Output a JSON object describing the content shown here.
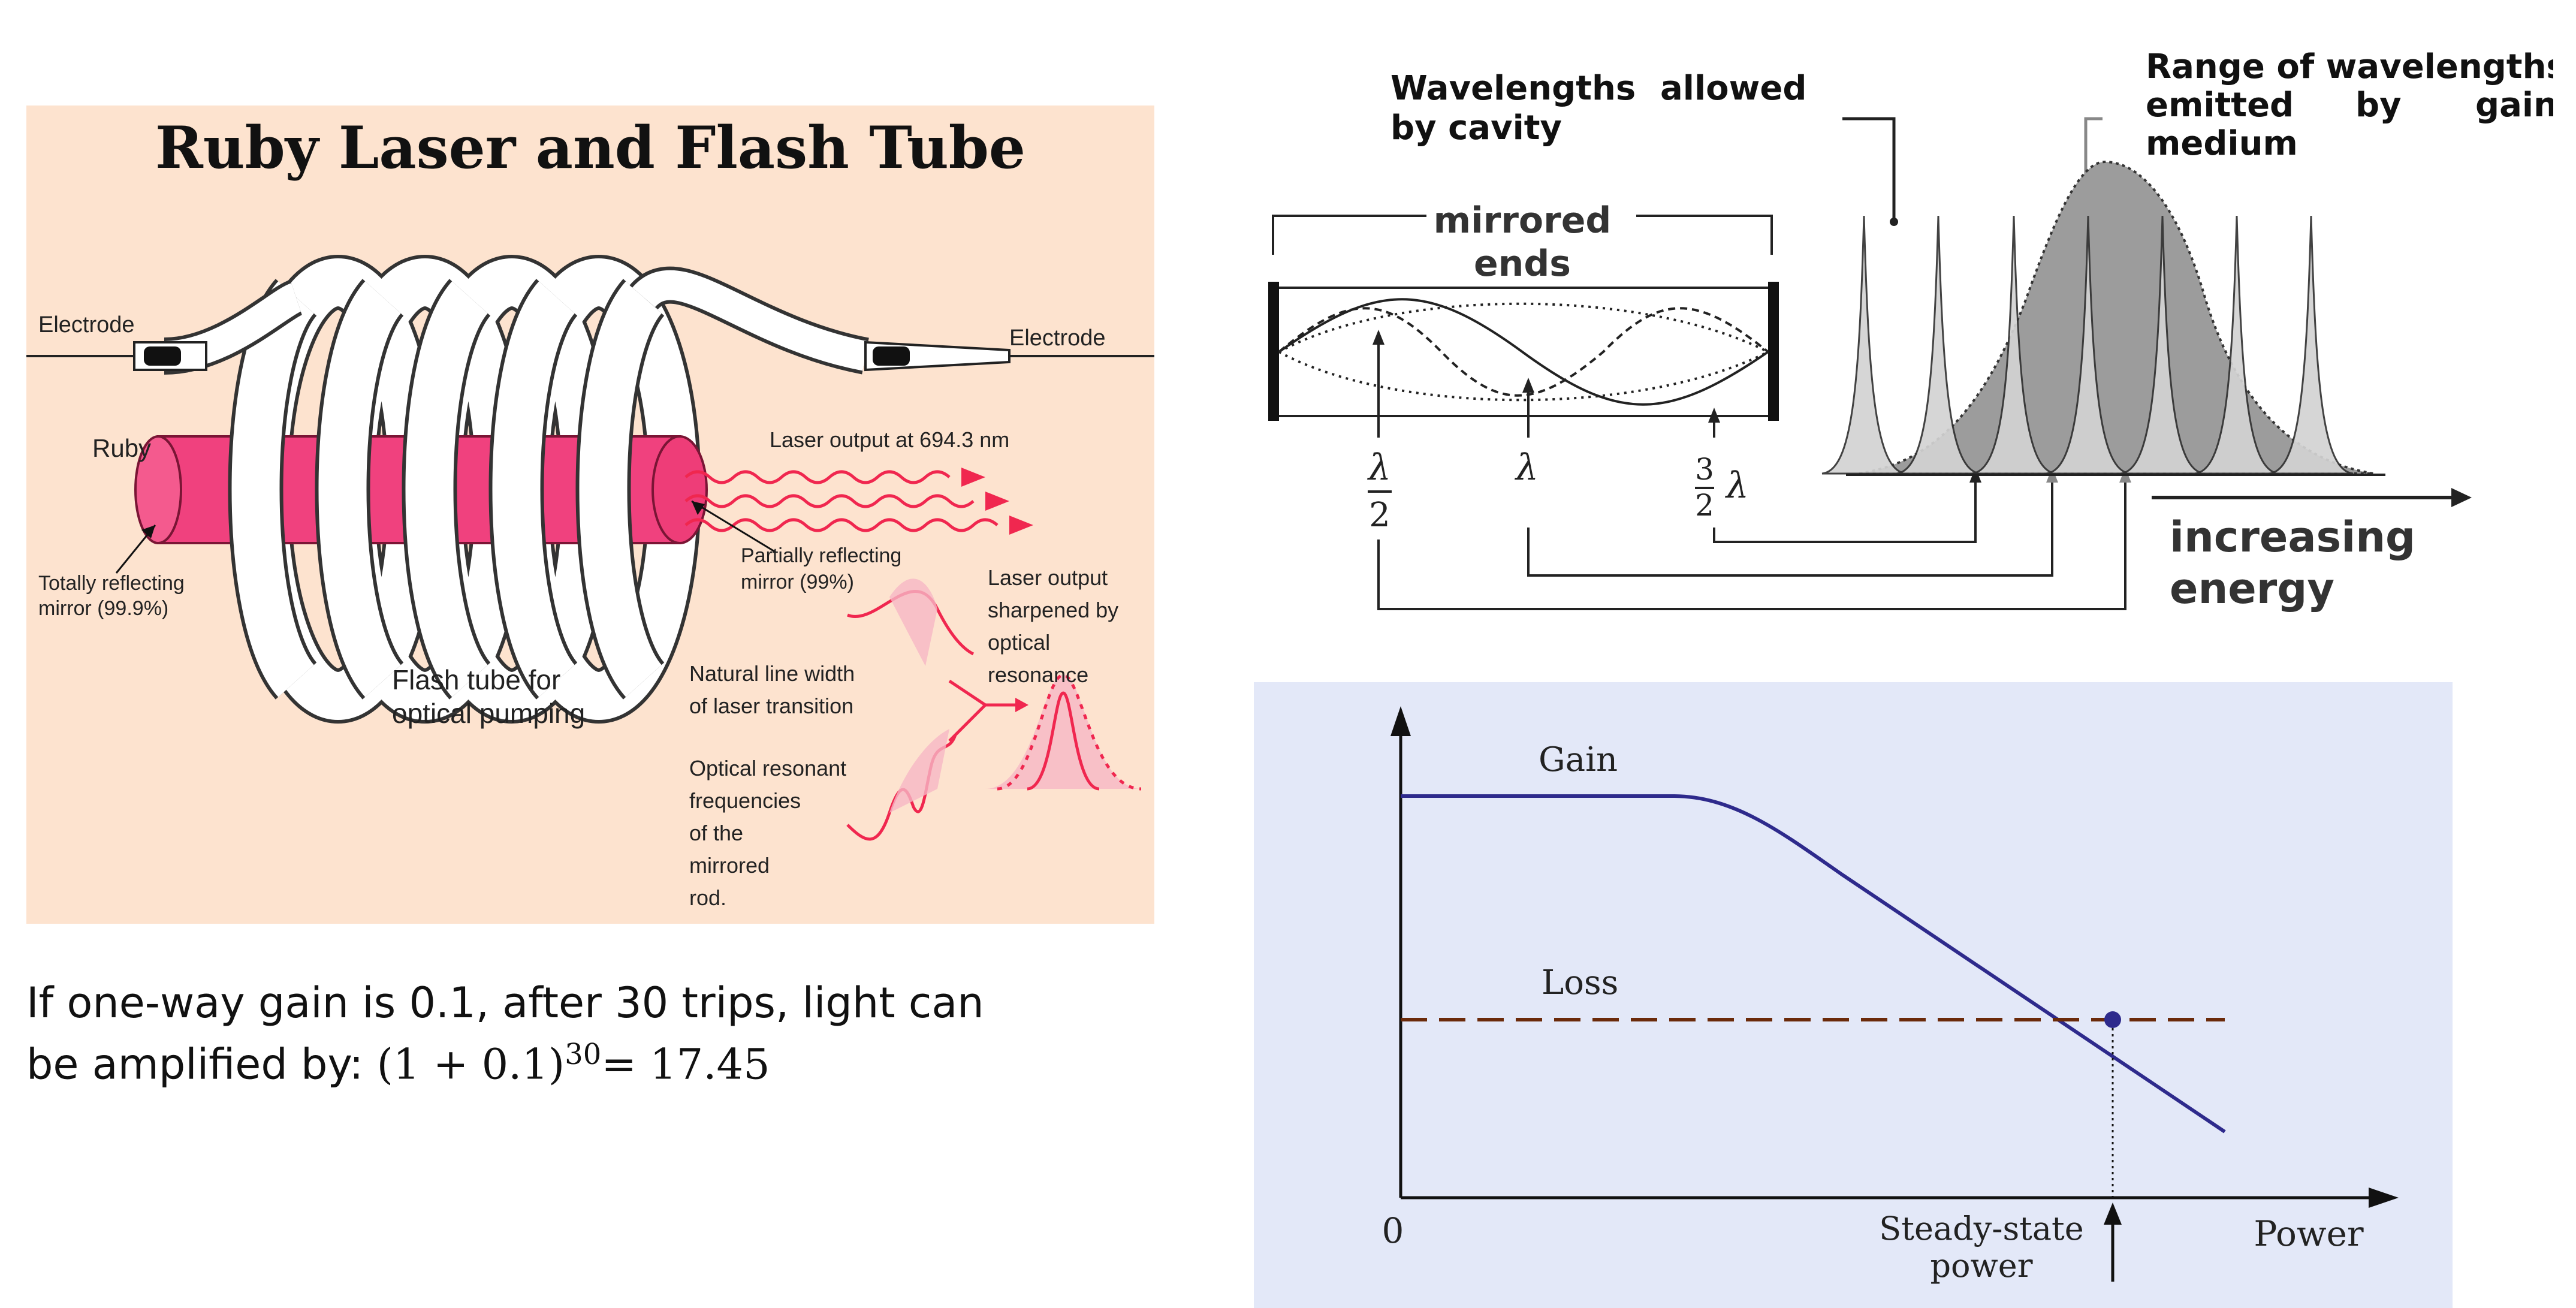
{
  "ruby": {
    "title": "Ruby Laser and Flash Tube",
    "electrode_left": "Electrode",
    "electrode_right": "Electrode",
    "ruby": "Ruby",
    "total_mirror_1": "Totally reflecting",
    "total_mirror_2": "mirror (99.9%)",
    "laser_output": "Laser output at 694.3 nm",
    "partial_mirror_1": "Partially reflecting",
    "partial_mirror_2": "mirror (99%)",
    "flash_tube_1": "Flash tube for",
    "flash_tube_2": "optical pumping",
    "natural_width_1": "Natural line width",
    "natural_width_2": "of laser transition",
    "resonant_1": "Optical resonant",
    "resonant_2": "frequencies",
    "resonant_3": "of the",
    "resonant_4": "mirrored",
    "resonant_5": "rod.",
    "sharpened_1": "Laser output",
    "sharpened_2": "sharpened by",
    "sharpened_3": "optical",
    "sharpened_4": "resonance"
  },
  "formula": {
    "line1": "If one-way gain is 0.1, after 30 trips, light can",
    "line2_prefix": "be amplified by: ",
    "base": "(1 + 0.1)",
    "exponent": "30",
    "result": "= 17.45"
  },
  "cavity": {
    "allowed_1": "Wavelengths",
    "allowed_2": "allowed",
    "allowed_3": "by cavity",
    "range_1": "Range of wavelengths",
    "range_2a": "emitted",
    "range_2b": "by",
    "range_2c": "gain",
    "range_3": "medium",
    "mirrored_1": "mirrored",
    "mirrored_2": "ends",
    "lambda": "λ",
    "half_den": "2",
    "three": "3",
    "energy_1": "increasing",
    "energy_2": "energy"
  },
  "gain_chart": {
    "gain_label": "Gain",
    "loss_label": "Loss",
    "zero": "0",
    "steady_1": "Steady-state",
    "steady_2": "power",
    "power": "Power",
    "gain_color": "#2e2a8c",
    "loss_color": "#6b2a0a"
  }
}
